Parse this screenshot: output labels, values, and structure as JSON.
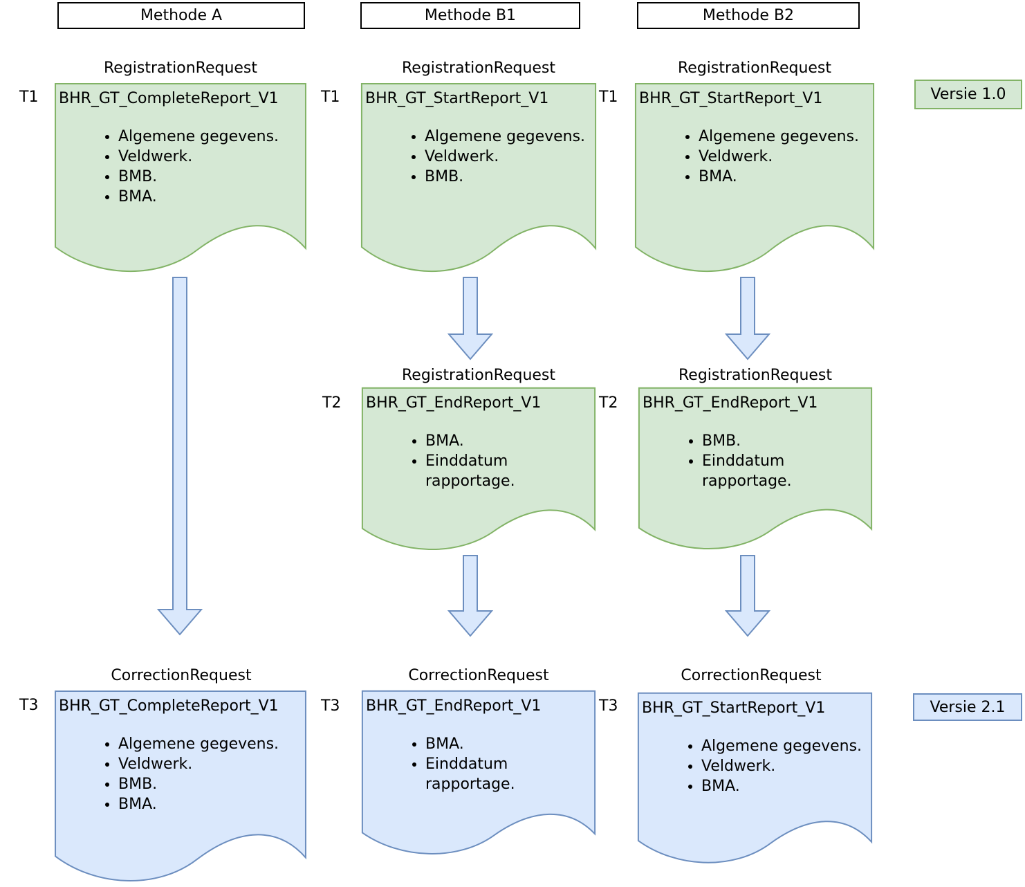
{
  "colors": {
    "green_fill": "#d5e8d4",
    "green_stroke": "#82b366",
    "blue_fill": "#dae8fc",
    "blue_stroke": "#6c8ebf",
    "header_border": "#000000",
    "text": "#000000"
  },
  "columns": [
    {
      "header": "Methode A",
      "t1": {
        "time": "T1",
        "type": "RegistrationRequest",
        "title": "BHR_GT_CompleteReport_V1",
        "bullets": [
          "Algemene gegevens.",
          "Veldwerk.",
          "BMB.",
          "BMA."
        ]
      },
      "t3": {
        "time": "T3",
        "type": "CorrectionRequest",
        "title": "BHR_GT_CompleteReport_V1",
        "bullets": [
          "Algemene gegevens.",
          "Veldwerk.",
          "BMB.",
          "BMA."
        ]
      }
    },
    {
      "header": "Methode B1",
      "t1": {
        "time": "T1",
        "type": "RegistrationRequest",
        "title": "BHR_GT_StartReport_V1",
        "bullets": [
          "Algemene gegevens.",
          "Veldwerk.",
          "BMB."
        ]
      },
      "t2": {
        "time": "T2",
        "type": "RegistrationRequest",
        "title": "BHR_GT_EndReport_V1",
        "bullets": [
          "BMA.",
          "Einddatum rapportage."
        ]
      },
      "t3": {
        "time": "T3",
        "type": "CorrectionRequest",
        "title": "BHR_GT_EndReport_V1",
        "bullets": [
          "BMA.",
          "Einddatum rapportage."
        ]
      }
    },
    {
      "header": "Methode B2",
      "t1": {
        "time": "T1",
        "type": "RegistrationRequest",
        "title": "BHR_GT_StartReport_V1",
        "bullets": [
          "Algemene gegevens.",
          "Veldwerk.",
          "BMA."
        ]
      },
      "t2": {
        "time": "T2",
        "type": "RegistrationRequest",
        "title": "BHR_GT_EndReport_V1",
        "bullets": [
          "BMB.",
          "Einddatum rapportage."
        ]
      },
      "t3": {
        "time": "T3",
        "type": "CorrectionRequest",
        "title": "BHR_GT_StartReport_V1",
        "bullets": [
          "Algemene gegevens.",
          "Veldwerk.",
          "BMA."
        ]
      }
    }
  ],
  "badges": [
    {
      "label": "Versie 1.0"
    },
    {
      "label": "Versie 2.1"
    }
  ]
}
